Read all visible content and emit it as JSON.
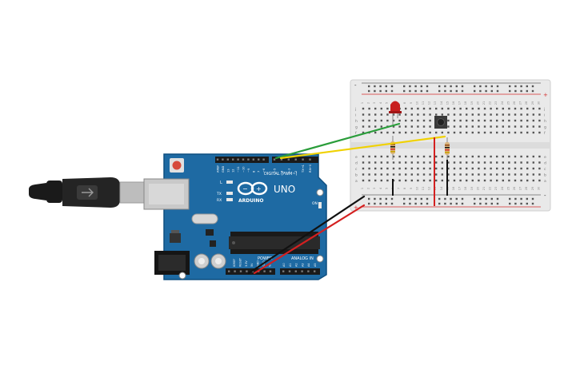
{
  "arduino": {
    "brand": "ARDUINO",
    "model": "UNO",
    "digital_label": "DIGITAL (PWM~)",
    "power_label": "POWER",
    "analog_label": "ANALOG IN",
    "tx_label": "TX",
    "rx_label": "RX",
    "l_label": "L",
    "on_label": "ON",
    "top_pin_labels": [
      "AREF",
      "GND",
      "13",
      "12",
      "~11",
      "~10",
      "~9",
      "8",
      "7",
      "~6",
      "~5",
      "4",
      "~3",
      "2",
      "TX→1",
      "RX←0"
    ],
    "power_pin_labels": [
      "IOREF",
      "RESET",
      "3.3V",
      "5V",
      "GND",
      "GND",
      "Vin"
    ],
    "analog_pin_labels": [
      "A0",
      "A1",
      "A2",
      "A3",
      "A4",
      "A5"
    ]
  },
  "breadboard": {
    "row_letters_top": [
      "j",
      "i",
      "h",
      "g",
      "f"
    ],
    "row_letters_bottom": [
      "e",
      "d",
      "c",
      "b",
      "a"
    ],
    "column_count": 30,
    "plus_sign": "+",
    "minus_sign": "-"
  },
  "colors": {
    "board": "#1e6aa3",
    "board_edge": "#0f4f80",
    "breadboard": "#e9e9e9",
    "rail_red": "#d32b2b",
    "rail_black": "#2a2a2a",
    "wire_green": "#2a9d3a",
    "wire_yellow": "#f0d100",
    "wire_red": "#d42020",
    "wire_black": "#111111",
    "led": "#c81e1e"
  },
  "icons": {
    "usb": "usb-cable-icon",
    "led": "led-icon",
    "button": "pushbutton-icon",
    "resistor": "resistor-icon",
    "logo": "arduino-infinity-logo"
  }
}
